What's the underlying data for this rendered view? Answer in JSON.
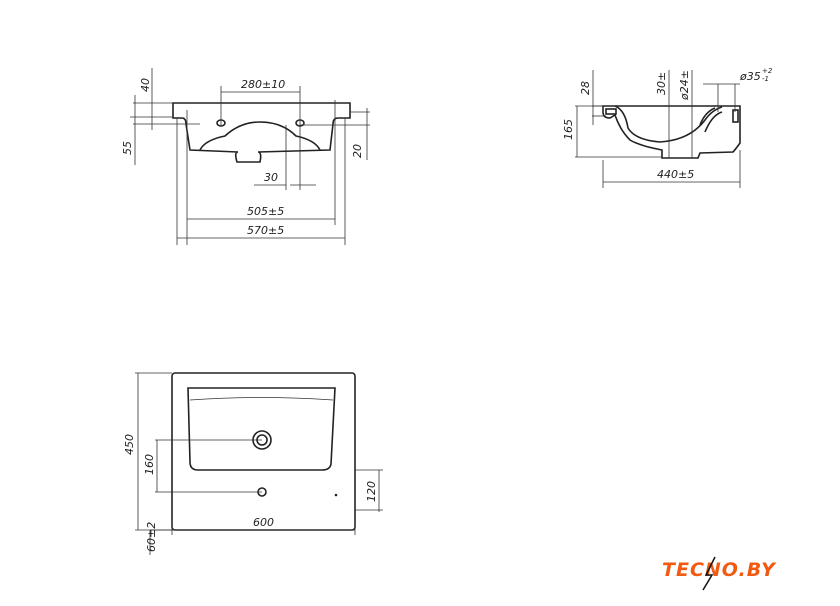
{
  "front_view": {
    "dims": {
      "top_offset": "40",
      "depth": "55",
      "tap_holes": "280±10",
      "right_depth": "20",
      "hole_offset": "30",
      "inner_width": "505±5",
      "outer_width": "570±5"
    }
  },
  "side_view": {
    "dims": {
      "rim": "28",
      "height": "165",
      "drain_depth": "30±",
      "drain_dia": "ø24±",
      "overflow_dia": "ø35",
      "overflow_tol_plus": "+2",
      "overflow_tol_minus": "-1",
      "length": "440±5"
    }
  },
  "top_view": {
    "dims": {
      "depth": "450",
      "drain_pos": "160",
      "width": "600",
      "tap_pos": "120",
      "back_offset": "60±2"
    }
  },
  "logo": {
    "text": "TECNO.BY",
    "color": "#f25a12"
  }
}
